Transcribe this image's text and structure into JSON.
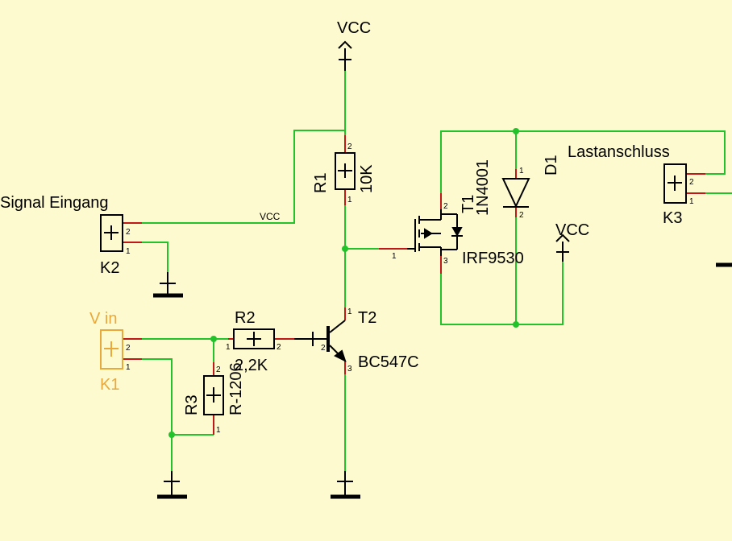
{
  "colors": {
    "background": "#fdfad0",
    "wire": "#22c22a",
    "pin_stub": "#c01818",
    "component": "#000000",
    "highlight": "#e8a83c",
    "junction": "#22c22a"
  },
  "labels": {
    "vcc_top": "VCC",
    "vcc_right": "VCC",
    "vcc_net": "VCC",
    "signal": "Signal Eingang",
    "vin": "V in",
    "load": "Lastanschluss"
  },
  "components": {
    "r1": {
      "ref": "R1",
      "value": "10K"
    },
    "r2": {
      "ref": "R2",
      "value": "2,2K"
    },
    "r3": {
      "ref": "R3",
      "value": "R-1206"
    },
    "t1": {
      "ref": "T1",
      "value": "IRF9530"
    },
    "t2": {
      "ref": "T2",
      "value": "BC547C"
    },
    "d1": {
      "ref": "D1",
      "value": "1N4001"
    },
    "k1": {
      "ref": "K1"
    },
    "k2": {
      "ref": "K2"
    },
    "k3": {
      "ref": "K3"
    }
  },
  "pins": {
    "one": "1",
    "two": "2",
    "three": "3"
  }
}
